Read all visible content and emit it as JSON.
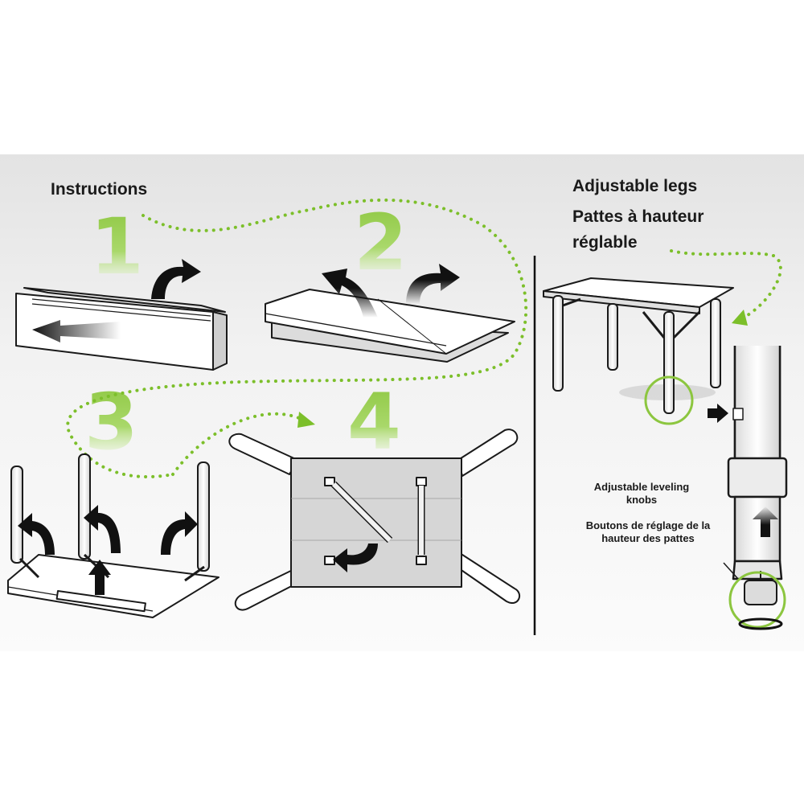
{
  "left_panel": {
    "title": "Instructions",
    "steps": [
      "1",
      "2",
      "3",
      "4"
    ]
  },
  "right_panel": {
    "title_en": "Adjustable legs",
    "title_fr_line1": "Pattes à hauteur",
    "title_fr_line2": "réglable",
    "knobs_en": "Adjustable leveling knobs",
    "knobs_fr": "Boutons de réglage de la hauteur des pattes"
  },
  "colors": {
    "accent_green": "#8cc63f",
    "line_black": "#1a1a1a",
    "panel_bg": "#eeeeee"
  },
  "icons": [
    "curved-arrow-icon",
    "dotted-path",
    "highlight-circle"
  ]
}
